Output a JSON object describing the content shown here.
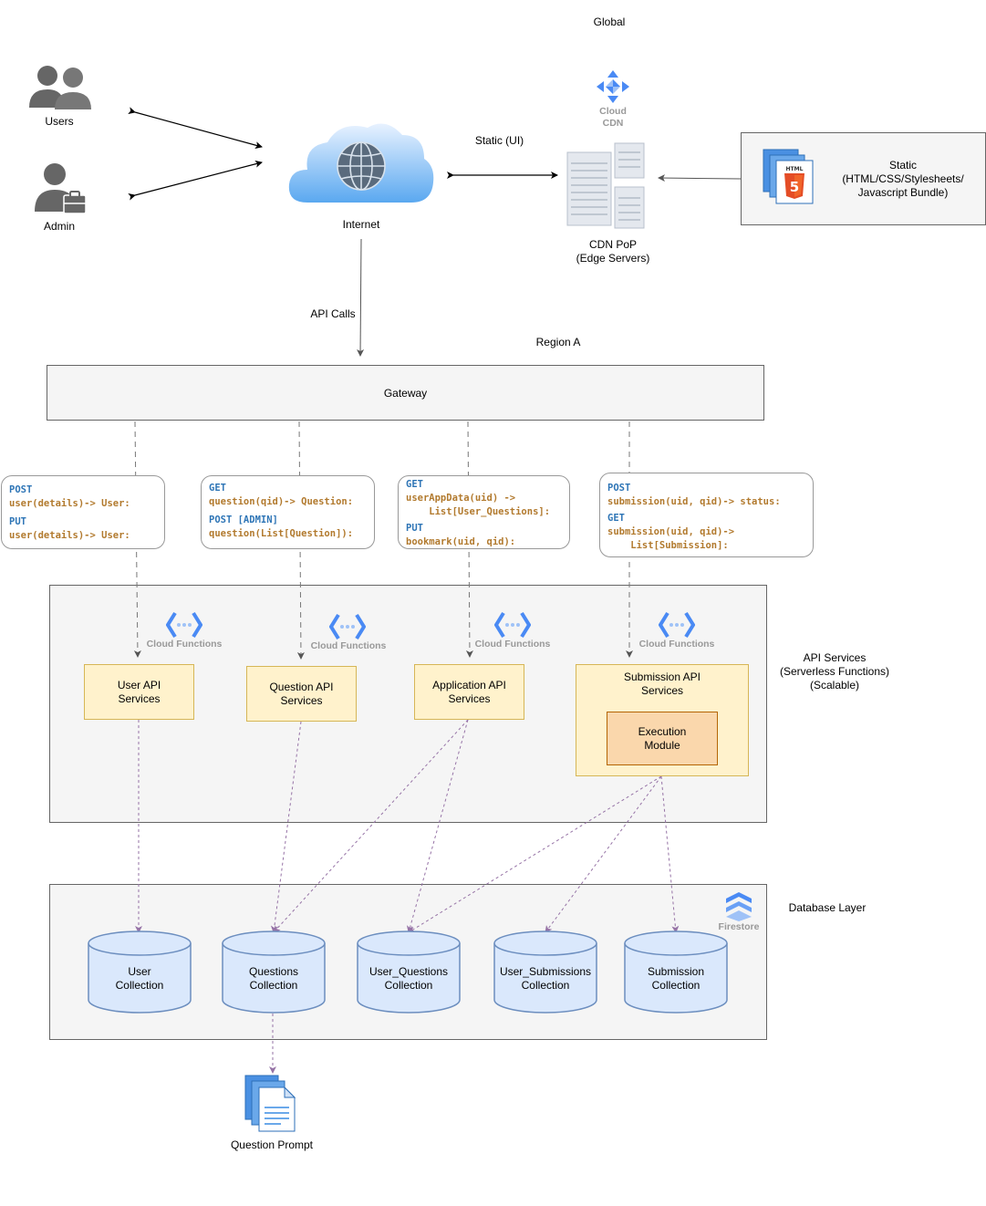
{
  "labels": {
    "global": "Global",
    "region": "Region A",
    "users": "Users",
    "admin": "Admin",
    "internet": "Internet",
    "static_ui": "Static (UI)",
    "api_calls": "API Calls",
    "cloud_cdn": "Cloud\nCDN",
    "cdn_pop": "CDN PoP\n(Edge Servers)",
    "static_box": "Static\n(HTML/CSS/Stylesheets/\nJavascript Bundle)",
    "html5_badge": "HTML",
    "gateway": "Gateway",
    "api_services": "API Services\n(Serverless Functions)\n(Scalable)",
    "database_layer": "Database Layer",
    "firestore": "Firestore",
    "cloud_functions": "Cloud Functions",
    "question_prompt": "Question Prompt"
  },
  "api_cards": [
    {
      "lines": [
        {
          "method": "POST",
          "sig": "user(details)-> User:"
        },
        {
          "method": "PUT",
          "sig": "user(details)-> User:"
        }
      ]
    },
    {
      "lines": [
        {
          "method": "GET",
          "sig": "question(qid)-> Question:"
        },
        {
          "method": "POST [ADMIN]",
          "sig": "question(List[Question]):"
        }
      ]
    },
    {
      "lines": [
        {
          "method": "GET",
          "sig": "userAppData(uid) ->\n    List[User_Questions]:"
        },
        {
          "method": "PUT",
          "sig": "bookmark(uid, qid):"
        }
      ]
    },
    {
      "lines": [
        {
          "method": "POST",
          "sig": "submission(uid, qid)-> status:"
        },
        {
          "method": "GET",
          "sig": "submission(uid, qid)->\n    List[Submission]:"
        }
      ]
    }
  ],
  "services": [
    {
      "label": "User API\nServices"
    },
    {
      "label": "Question API\nServices"
    },
    {
      "label": "Application API\nServices"
    },
    {
      "label": "Submission API\nServices"
    }
  ],
  "execution_module": "Execution\nModule",
  "collections": [
    {
      "label": "User\nCollection"
    },
    {
      "label": "Questions\nCollection"
    },
    {
      "label": "User_Questions\nCollection"
    },
    {
      "label": "User_Submissions\nCollection"
    },
    {
      "label": "Submission\nCollection"
    }
  ],
  "colors": {
    "service_fill": "#fff2cc",
    "service_border": "#d6b656",
    "execution_fill": "#fad7ac",
    "execution_border": "#b46504",
    "cylinder_fill": "#dae8fc",
    "cylinder_border": "#6c8ebf",
    "db_arrow": "#9673a6",
    "method_color": "#2e75b6",
    "signature_color": "#b27a2e"
  }
}
